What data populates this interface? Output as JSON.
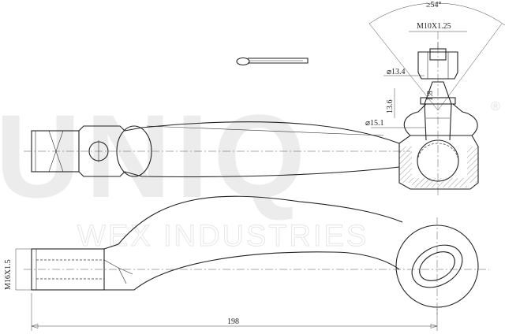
{
  "watermark": {
    "brand": "UNIQ",
    "registered_mark": "®",
    "tagline": "WEX INDUSTRIES"
  },
  "dimensions": {
    "cone_angle": "≥54°",
    "stud_thread": "M10X1.25",
    "stud_diameter": "⌀13.4",
    "taper_height": "13.6",
    "taper_ratio": "1:8",
    "taper_diameter": "⌀15.1",
    "shank_thread": "M16X1.5",
    "overall_length": "198"
  }
}
